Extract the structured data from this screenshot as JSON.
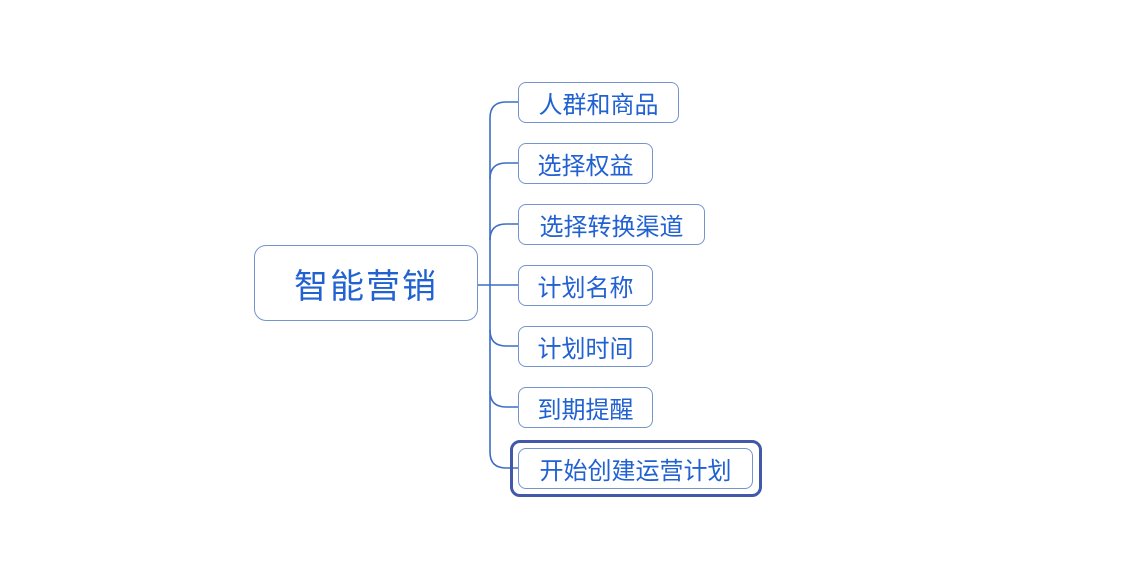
{
  "mindmap": {
    "root": {
      "label": "智能营销"
    },
    "children": [
      {
        "label": "人群和商品",
        "selected": false
      },
      {
        "label": "选择权益",
        "selected": false
      },
      {
        "label": "选择转换渠道",
        "selected": false
      },
      {
        "label": "计划名称",
        "selected": false
      },
      {
        "label": "计划时间",
        "selected": false
      },
      {
        "label": "到期提醒",
        "selected": false
      },
      {
        "label": "开始创建运营计划",
        "selected": true
      }
    ],
    "colors": {
      "text": "#2161d2",
      "node_border": "#7494cf",
      "connector_line": "#3d6ec6",
      "selection_border": "#4258a8",
      "background": "#ffffff"
    }
  }
}
